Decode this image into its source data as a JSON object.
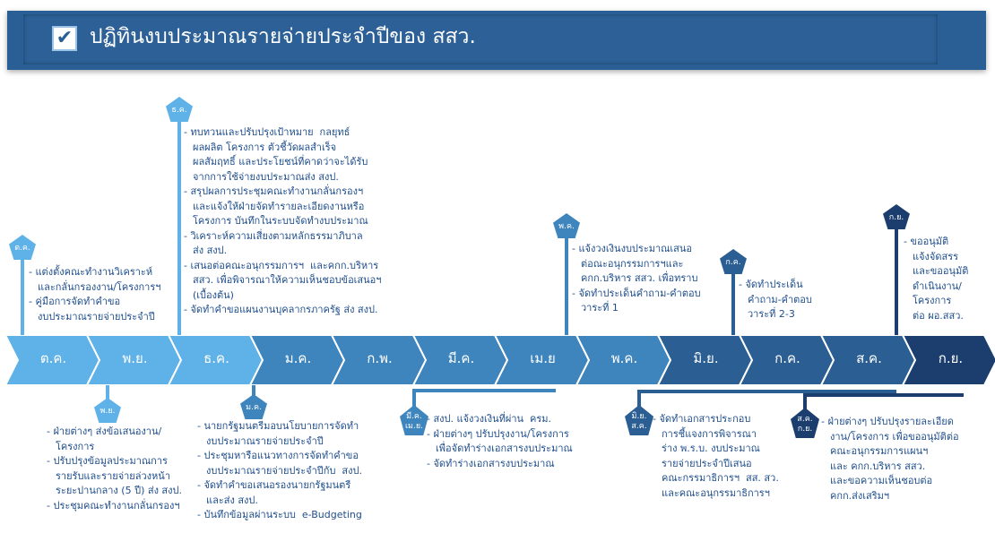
{
  "header": {
    "title": "ปฏิทินงบประมาณรายจ่ายประจำปีของ สสว.",
    "check_icon": "checkbox-checked-icon"
  },
  "months": [
    "ต.ค.",
    "พ.ย.",
    "ธ.ค.",
    "ม.ค.",
    "ก.พ.",
    "มี.ค.",
    "เม.ย",
    "พ.ค.",
    "มิ.ย.",
    "ก.ค.",
    "ส.ค.",
    "ก.ย."
  ],
  "colors": {
    "light": "#5fb2e8",
    "mid": "#3f85bd",
    "dark": "#2b5e92",
    "darkest": "#1b3e6e",
    "text": "#1f4e8c"
  },
  "upper_events": [
    {
      "badge": "ต.ค.",
      "items": [
        "- แต่งตั้งคณะทำงานวิเคราะห์\nและกลั่นกรองงาน/โครงการฯ",
        "- คู่มือการจัดทำคำขอ\nงบประมาณรายจ่ายประจำปี"
      ]
    },
    {
      "badge": "ธ.ค.",
      "items": [
        "- ทบทวนและปรับปรุงเป้าหมาย  กลยุทธ์\nผลผลิต โครงการ ตัวชี้วัดผลสำเร็จ\nผลสัมฤทธิ์ และประโยชน์ที่คาดว่าจะได้รับ\nจากการใช้จ่ายงบประมาณส่ง สงป.",
        "- สรุปผลการประชุมคณะทำงานกลั่นกรองฯ\nและแจ้งให้ฝ่ายจัดทำรายละเอียดงานหรือ\nโครงการ บันทึกในระบบจัดทำงบประมาณ",
        "- วิเคราะห์ความเสี่ยงตามหลักธรรมาภิบาล\nส่ง สงป.",
        "- เสนอต่อคณะอนุกรรมการฯ  และคกก.บริหาร\nสสว. เพื่อพิจารณาให้ความเห็นชอบข้อเสนอฯ\n(เบื้องต้น)",
        "- จัดทำคำขอแผนงานบุคลากรภาครัฐ ส่ง สงป."
      ]
    },
    {
      "badge": "พ.ค.",
      "items": [
        "- แจ้งวงเงินงบประมาณเสนอ\nต่อณะอนุกรรมการฯและ\nคกก.บริหาร สสว. เพื่อทราบ",
        "- จัดทำประเด็นคำถาม-คำตอบ\nวาระที่ 1"
      ]
    },
    {
      "badge": "ก.ค.",
      "items": [
        "- จัดทำประเด็น\nคำถาม-คำตอบ\nวาระที่ 2-3"
      ]
    },
    {
      "badge": "ก.ย.",
      "items": [
        "- ขออนุมัติ\nแจ้งจัดสรร\nและขออนุมัติ\nดำเนินงาน/\nโครงการ\nต่อ ผอ.สสว."
      ]
    }
  ],
  "lower_events": [
    {
      "badge": "พ.ย.",
      "items": [
        "- ฝ่ายต่างๆ ส่งข้อเสนองาน/\nโครงการ",
        "- ปรับปรุงข้อมูลประมาณการ\nรายรับและรายจ่ายล่วงหน้า\nระยะปานกลาง (5 ปี) ส่ง สงป.",
        "- ประชุมคณะทำงานกลั่นกรองฯ"
      ]
    },
    {
      "badge": "ม.ค.",
      "items": [
        "- นายกรัฐมนตรีมอบนโยบายการจัดทำ\nงบประมาณรายจ่ายประจำปี",
        "- ประชุมหารือแนวทางการจัดทำคำขอ\nงบประมาณรายจ่ายประจำปีกับ  สงป.",
        "- จัดทำคำขอเสนอรองนายกรัฐมนตรี\nและส่ง สงป.",
        "- บันทึกข้อมูลผ่านระบบ  e-Budgeting"
      ]
    },
    {
      "badge": "มี.ค.\nเม.ย.",
      "items": [
        "- สงป. แจ้งวงเงินที่ผ่าน  ครม.",
        "- ฝ่ายต่างๆ ปรับปรุงงาน/โครงการ\nเพื่อจัดทำร่างเอกสารงบประมาณ",
        "- จัดทำร่างเอกสารงบประมาณ"
      ]
    },
    {
      "badge": "มิ.ย.\nส.ค.",
      "items": [
        "- จัดทำเอกสารประกอบ\nการชี้แจงการพิจารณา\nร่าง พ.ร.บ. งบประมาณ\nรายจ่ายประจำปีเสนอ\nคณะกรรมาธิการฯ  สส. สว.\nและคณะอนุกรรมาธิการฯ"
      ]
    },
    {
      "badge": "ส.ค.\nก.ย.",
      "items": [
        "- ฝ่ายต่างๆ ปรับปรุงรายละเอียด\nงาน/โครงการ เพื่อขออนุมัติต่อ\nคณะอนุกรรมการแผนฯ\nและ คกก.บริหาร สสว.\nและขอความเห็นชอบต่อ\nคกก.ส่งเสริมฯ"
      ]
    }
  ]
}
